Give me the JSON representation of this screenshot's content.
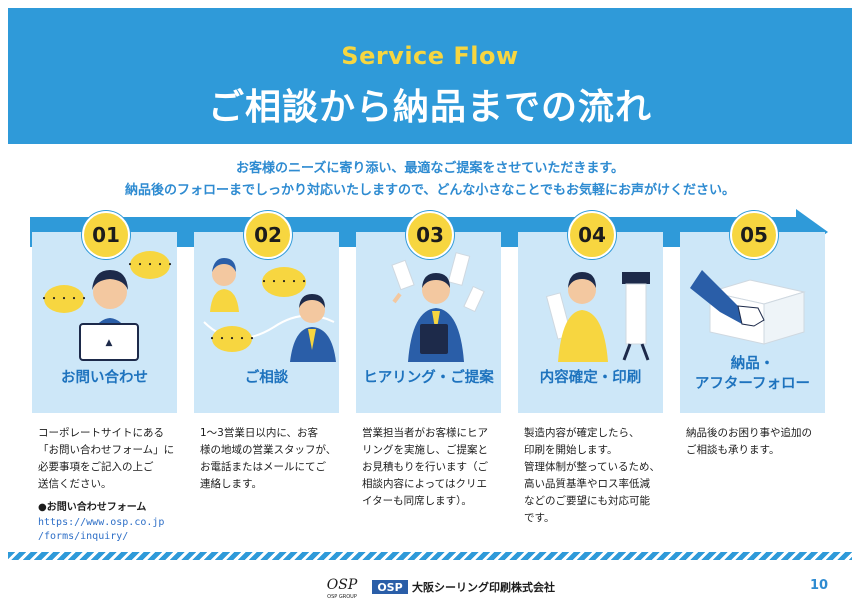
{
  "header": {
    "title_en": "Service Flow",
    "title_ja": "ご相談から納品までの流れ"
  },
  "intro": {
    "line1": "お客様のニーズに寄り添い、最適なご提案をさせていただきます。",
    "line2": "納品後のフォローまでしっかり対応いたしますので、どんな小さなことでもお気軽にお声がけください。"
  },
  "steps": [
    {
      "number": "01",
      "title": "お問い合わせ",
      "desc": [
        "コーポレートサイトにある",
        "「お問い合わせフォーム」に",
        "必要事項をご記入の上ご",
        "送信ください。"
      ],
      "sub_label": "●お問い合わせフォーム",
      "link_line1": "https://www.osp.co.jp",
      "link_line2": "/forms/inquiry/"
    },
    {
      "number": "02",
      "title": "ご相談",
      "desc": [
        "1〜3営業日以内に、お客",
        "様の地域の営業スタッフが、",
        "お電話またはメールにてご",
        "連絡します。"
      ]
    },
    {
      "number": "03",
      "title": "ヒアリング・ご提案",
      "desc": [
        "営業担当者がお客様にヒア",
        "リングを実施し、ご提案と",
        "お見積もりを行います（ご",
        "相談内容によってはクリエ",
        "イターも同席します）。"
      ]
    },
    {
      "number": "04",
      "title": "内容確定・印刷",
      "desc": [
        "製造内容が確定したら、",
        "印刷を開始します。",
        "管理体制が整っているため、",
        "高い品質基準やロス率低減",
        "などのご要望にも対応可能",
        "です。"
      ]
    },
    {
      "number": "05",
      "title_line1": "納品・",
      "title_line2": "アフターフォロー",
      "desc": [
        "納品後のお困り事や追加の",
        "ご相談も承ります。"
      ]
    }
  ],
  "footer": {
    "logo1_text": "OSP GROUP",
    "logo2_text": "大阪シーリング印刷株式会社",
    "page_number": "10"
  },
  "colors": {
    "brand_blue": "#2f9ad9",
    "accent_yellow": "#f7d640",
    "card_bg": "#cde7f8",
    "title_blue": "#1e73be"
  }
}
